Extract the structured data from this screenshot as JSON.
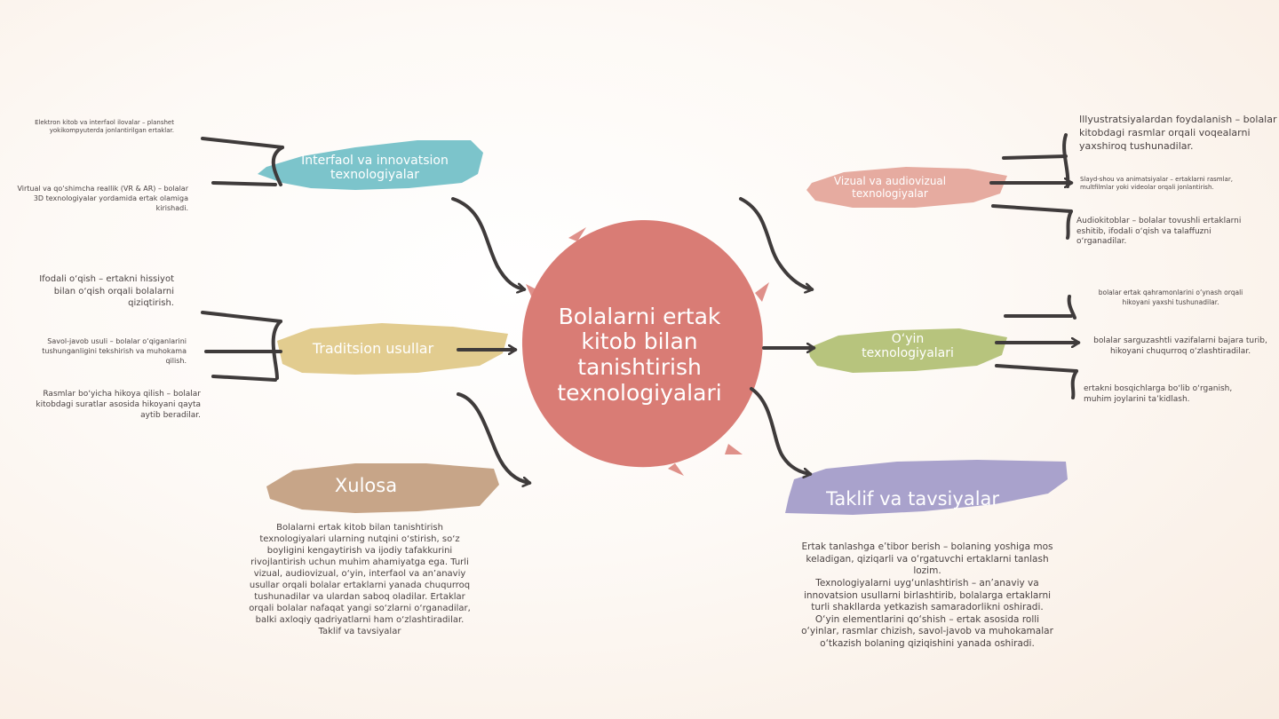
{
  "center": {
    "title": "Bolalarni ertak kitob bilan tanishtirish texnologiyalari",
    "color": "#d97c75"
  },
  "nodes": {
    "interfaol": {
      "label": "Interfaol va innovatsion texnologiyalar",
      "color": "#7cc4cb"
    },
    "traditsion": {
      "label": "Traditsion usullar",
      "color": "#e2cc8f"
    },
    "xulosa": {
      "label": "Xulosa",
      "color": "#c7a588"
    },
    "vizual": {
      "label": "Vizual va audiovizual texnologiyalar",
      "color": "#e6aba0"
    },
    "oyin": {
      "label": "O‘yin texnologiyalari",
      "color": "#b7c47d"
    },
    "taklif": {
      "label": "Taklif va tavsiyalar",
      "color": "#a9a2cc"
    }
  },
  "texts": {
    "interfaol_1": "Elektron kitob va interfaol ilovalar – planshet yokikompyuterda jonlantirilgan ertaklar.",
    "interfaol_2": "Virtual va qo‘shimcha reallik (VR & AR) – bolalar 3D texnologiyalar yordamida ertak olamiga kirishadi.",
    "traditsion_1": "Ifodali o‘qish – ertakni hissiyot bilan o‘qish orqali bolalarni qiziqtirish.",
    "traditsion_2": "Savol-javob usuli – bolalar o‘qiganlarini tushunganligini tekshirish va muhokama qilish.",
    "traditsion_3": "Rasmlar bo‘yicha hikoya qilish – bolalar kitobdagi suratlar asosida hikoyani qayta aytib beradilar.",
    "xulosa_body": "Bolalarni ertak kitob bilan tanishtirish texnologiyalari ularning nutqini o‘stirish, so‘z boyligini kengaytirish va ijodiy tafakkurini rivojlantirish uchun muhim ahamiyatga ega. Turli vizual, audiovizual, o‘yin, interfaol va an’anaviy usullar orqali bolalar ertaklarni yanada chuqurroq tushunadilar va ulardan saboq oladilar. Ertaklar orqali bolalar nafaqat yangi so‘zlarni o‘rganadilar, balki axloqiy qadriyatlarni ham o‘zlashtiradilar.",
    "xulosa_tail": "Taklif va tavsiyalar",
    "vizual_1": "Illyustratsiyalardan foydalanish – bolalar kitobdagi rasmlar orqali voqealarni yaxshiroq tushunadilar.",
    "vizual_2": "Slayd-shou va animatsiyalar – ertaklarni rasmlar, multfilmlar yoki videolar orqali jonlantirish.",
    "vizual_3": "Audiokitoblar – bolalar tovushli ertaklarni eshitib, ifodali o‘qish va talaffuzni o‘rganadilar.",
    "oyin_1": "bolalar ertak qahramonlarini o‘ynash orqali hikoyani yaxshi tushunadilar.",
    "oyin_2": "bolalar sarguzashtli vazifalarni bajara turib, hikoyani chuqurroq o‘zlashtiradilar.",
    "oyin_3": "ertakni bosqichlarga bo‘lib o‘rganish, muhim joylarini ta’kidlash.",
    "taklif_1": "Ertak tanlashga e’tibor berish – bolaning yoshiga mos keladigan, qiziqarli va o‘rgatuvchi ertaklarni tanlash lozim.",
    "taklif_2": "Texnologiyalarni uyg‘unlashtirish – an’anaviy va innovatsion usullarni birlashtirib, bolalarga ertaklarni turli shakllarda yetkazish samaradorlikni oshiradi.",
    "taklif_3": "O‘yin elementlarini qo‘shish – ertak asosida rolli o‘yinlar, rasmlar chizish, savol-javob va muhokamalar o‘tkazish bolaning qiziqishini yanada oshiradi."
  },
  "stroke_color": "#3f3b3b"
}
